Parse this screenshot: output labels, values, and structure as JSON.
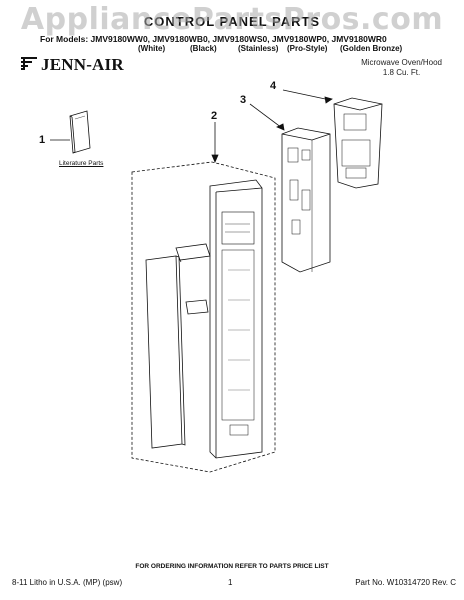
{
  "watermark": "AppliancePartsPros.com",
  "header": {
    "title": "CONTROL PANEL PARTS",
    "models_line": "For Models: JMV9180WW0, JMV9180WB0, JMV9180WS0, JMV9180WP0, JMV9180WR0",
    "finishes": [
      "(White)",
      "(Black)",
      "(Stainless)",
      "(Pro-Style)",
      "(Golden Bronze)"
    ]
  },
  "brand": {
    "name": "JENN-AIR",
    "icon": "jenn-air-logo-icon"
  },
  "product": {
    "line1": "Microwave Oven/Hood",
    "line2": "1.8 Cu. Ft."
  },
  "callouts": {
    "c1": "1",
    "c2": "2",
    "c3": "3",
    "c4": "4"
  },
  "literature_label": "Literature Parts",
  "footer": {
    "order_info": "FOR ORDERING INFORMATION REFER TO PARTS PRICE LIST",
    "printed": "8-11 Litho in U.S.A. (MP) (psw)",
    "page": "1",
    "part_no": "Part No. W10314720 Rev. C"
  },
  "colors": {
    "line": "#111111",
    "watermark": "#aaaaaa",
    "fill": "#ffffff"
  }
}
